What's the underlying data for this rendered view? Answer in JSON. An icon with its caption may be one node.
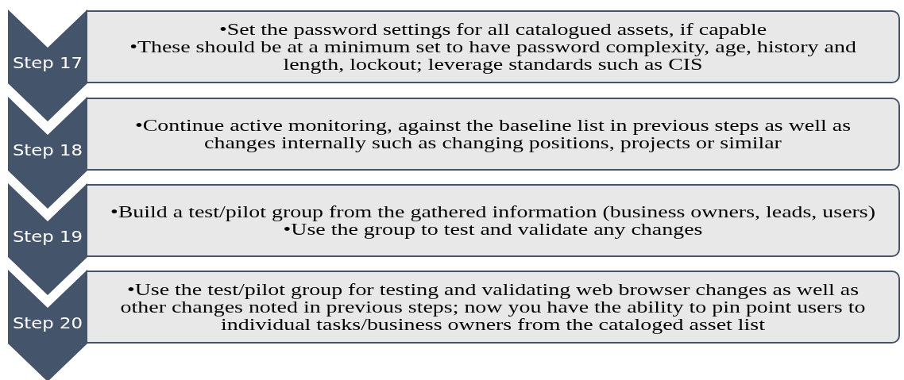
{
  "diagram": {
    "nodes": [
      {
        "text": [
          "Step 17"
        ]
      },
      {
        "text": [
          "•Set the password settings for all catalogued assets, if capable",
          "•These should be at a minimum set to have password complexity, age, history and length, lockout; leverage standards such as CIS"
        ]
      },
      {
        "text": [
          "Step 18"
        ]
      },
      {
        "text": [
          "•Continue active monitoring, against the baseline list in previous steps as well as changes internally such as changing positions, projects or similar"
        ]
      },
      {
        "text": [
          "Step 19"
        ]
      },
      {
        "text": [
          "•Build a test/pilot group from the gathered information (business owners, leads, users)",
          "•Use the group to test and validate any changes"
        ]
      },
      {
        "text": [
          "Step 20"
        ]
      },
      {
        "text": [
          "•Use the test/pilot group for testing and validating web browser changes as well as other changes noted in previous steps; now you have the ability to pin point users to individual tasks/business owners from the cataloged asset list"
        ]
      }
    ]
  }
}
